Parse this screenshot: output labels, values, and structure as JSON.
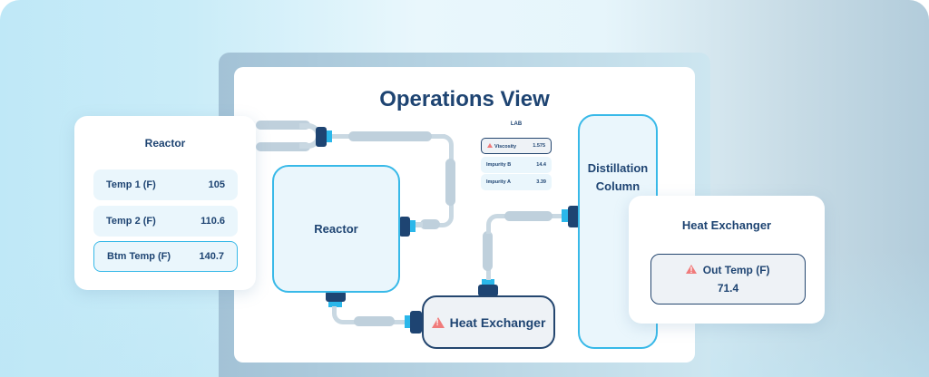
{
  "screen": {
    "title": "Operations View"
  },
  "diagram": {
    "nodes": {
      "reactor": "Reactor",
      "heat_exchanger": "Heat Exchanger",
      "distillation_line1": "Distillation",
      "distillation_line2": "Column"
    },
    "heat_exchanger_status_icon": "warning-icon",
    "lab": {
      "label": "LAB",
      "rows": [
        {
          "name": "Viscosity",
          "value": "1.575",
          "alert": true
        },
        {
          "name": "Impurity B",
          "value": "14.4",
          "alert": false
        },
        {
          "name": "Impurity A",
          "value": "3.39",
          "alert": false
        }
      ]
    }
  },
  "reactor_card": {
    "title": "Reactor",
    "metrics": [
      {
        "label": "Temp 1 (F)",
        "value": "105"
      },
      {
        "label": "Temp 2 (F)",
        "value": "110.6"
      },
      {
        "label": "Btm Temp (F)",
        "value": "140.7",
        "highlighted": true
      }
    ]
  },
  "heat_exchanger_card": {
    "title": "Heat Exchanger",
    "metric_label": "Out Temp (F)",
    "metric_value": "71.4",
    "status_icon": "warning-icon"
  },
  "colors": {
    "primary": "#1e4472",
    "accent": "#38b9e8",
    "warning": "#f07b7b",
    "pipe": "#c9d8e2"
  }
}
